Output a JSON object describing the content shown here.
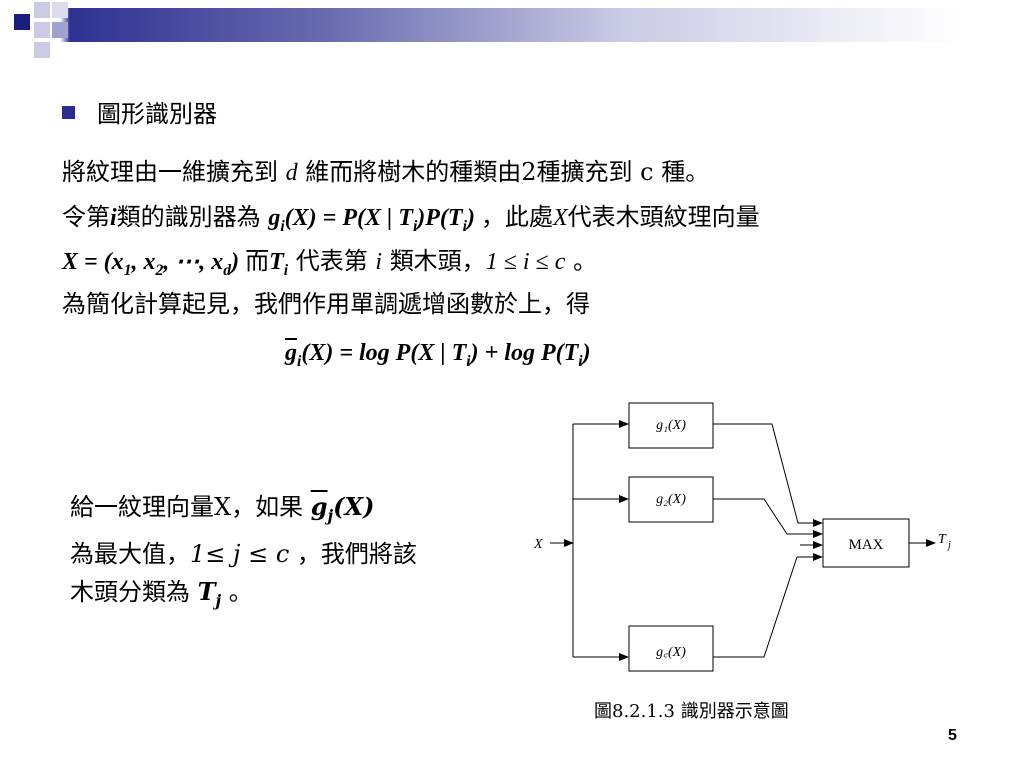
{
  "slide": {
    "bullet": "圖形識別器",
    "line1_a": "將紋理由一維擴充到",
    "line1_var": "d",
    "line1_b": "維而將樹木的種類由2種擴充到 c 種。",
    "line2_a": "令第",
    "line2_var": "i",
    "line2_b": "類的識別器為",
    "line2_eq": "g",
    "line2_eq_sub": "i",
    "line2_eq_rest": "(X) = P(X | T",
    "line2_eq_rest2": ")P(T",
    "line2_eq_rest3": ")",
    "line2_c": "，此處",
    "line2_x": "X",
    "line2_d": "代表木頭紋理向量",
    "line3_eq": "X = (x",
    "line3_eq_s1": "1",
    "line3_eq_m1": ", x",
    "line3_eq_s2": "2",
    "line3_eq_m2": ", ⋯, x",
    "line3_eq_sd": "d",
    "line3_eq_end": ")",
    "line3_a": "而",
    "line3_t": "T",
    "line3_tsub": "i",
    "line3_b": "代表第",
    "line3_i": "i",
    "line3_c": "類木頭，",
    "line3_range": "1 ≤ i ≤ c",
    "line3_d": "。",
    "line4": "為簡化計算起見，我們作用單調遞增函數於上，得",
    "eq_g": "g",
    "eq_gsub": "i",
    "eq_rest": "(X) = log P(X | T",
    "eq_rest_sub": "i",
    "eq_rest2": ") + log P(T",
    "eq_rest2_sub": "i",
    "eq_rest3": ")",
    "left1_a": "給一紋理向量X，如果",
    "left1_g": "g",
    "left1_gsub": "j",
    "left1_rest": "(X)",
    "left2_a": "為最大值，",
    "left2_range": "1≤ j ≤ c",
    "left2_b": "，我們將該",
    "left3_a": "木頭分類為",
    "left3_t": "T",
    "left3_tsub": "j",
    "left3_b": "。",
    "caption": "圖8.2.1.3 識別器示意圖",
    "page_number": "5"
  },
  "diagram": {
    "input_label": "X",
    "box1": "g₁(X)",
    "box2": "g₂(X)",
    "box3": "g꜀(X)",
    "max_label": "MAX",
    "output_label": "T",
    "output_sub": "j"
  },
  "colors": {
    "accent": "#2e3191",
    "bullet": "#2a2d8f"
  }
}
